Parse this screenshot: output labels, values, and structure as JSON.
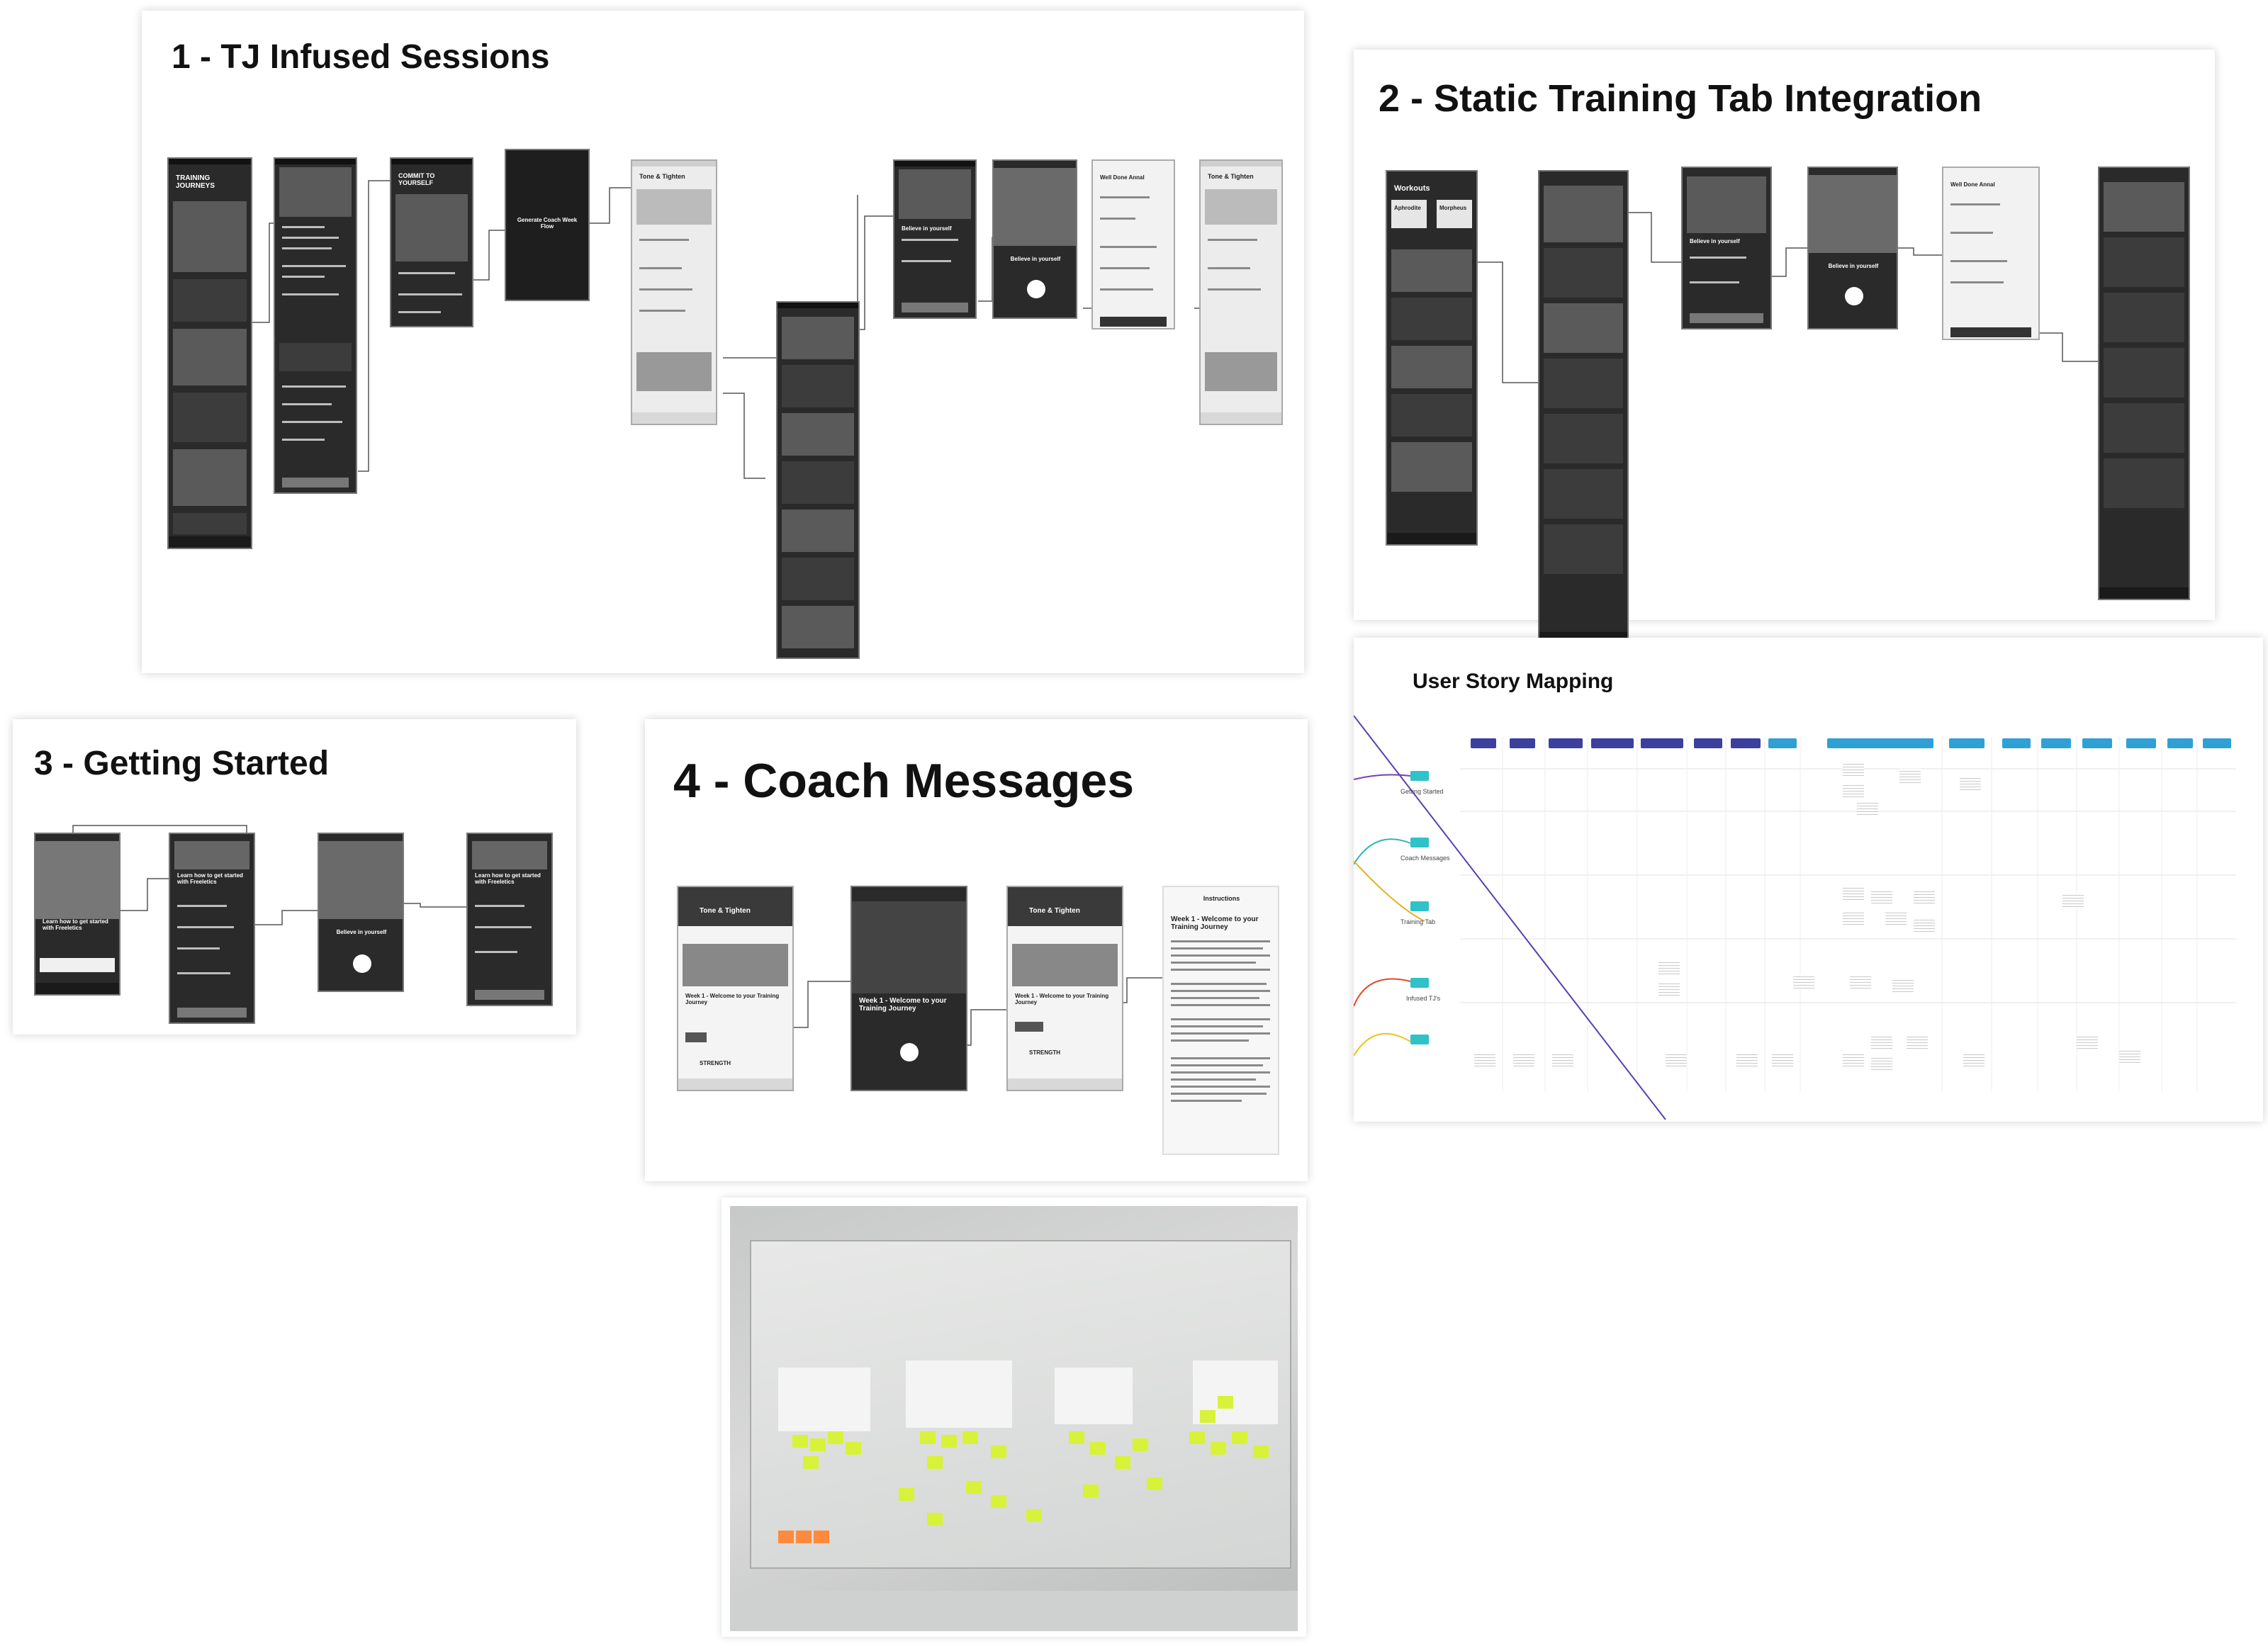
{
  "sections": {
    "s1": {
      "title": "1 - TJ Infused Sessions"
    },
    "s2": {
      "title": "2 - Static Training Tab Integration"
    },
    "s3": {
      "title": "3 - Getting Started"
    },
    "s4": {
      "title": "4 - Coach Messages"
    },
    "usm": {
      "title": "User Story Mapping"
    }
  },
  "screens": {
    "training_journeys": "TRAINING JOURNEYS",
    "commit": "COMMIT TO YOURSELF",
    "generate": "Generate Coach Week Flow",
    "tone": "Tone & Tighten",
    "believe": "Believe in yourself",
    "well_done": "Well Done Annal",
    "workouts": "Workouts",
    "aphrodite": "Aphrodite",
    "morpheus": "Morpheus",
    "learn": "Learn how to get started with Freeletics",
    "week1": "Week 1 - Welcome to your Training Journey",
    "instructions": "Instructions",
    "strength": "STRENGTH"
  },
  "usm": {
    "rows": [
      "Getting Started",
      "Coach Messages",
      "Training Tab",
      "Infused TJ's"
    ]
  },
  "colors": {
    "screen_dark": "#2a2a2a",
    "usm_header": "#3b3f9e",
    "usm_sticky": "#2fc2c8",
    "photo_sticky": "#d8f23a",
    "photo_sticky_orange": "#ff8a3d"
  }
}
